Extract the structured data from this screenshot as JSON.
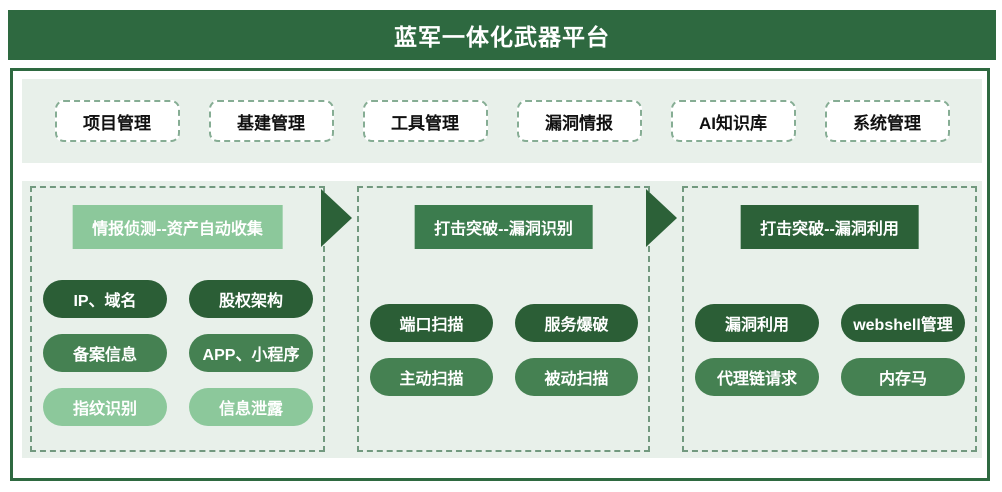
{
  "title": "蓝军一体化武器平台",
  "tabs": [
    {
      "label": "项目管理"
    },
    {
      "label": "基建管理"
    },
    {
      "label": "工具管理"
    },
    {
      "label": "漏洞情报"
    },
    {
      "label": "AI知识库"
    },
    {
      "label": "系统管理"
    }
  ],
  "panels": [
    {
      "header": "情报侦测--资产自动收集",
      "header_color": "#8cc89b",
      "pills": [
        {
          "label": "IP、域名",
          "color": "#2b5e36"
        },
        {
          "label": "股权架构",
          "color": "#2b5e36"
        },
        {
          "label": "备案信息",
          "color": "#458152"
        },
        {
          "label": "APP、小程序",
          "color": "#458152"
        },
        {
          "label": "指纹识别",
          "color": "#8cc89b"
        },
        {
          "label": "信息泄露",
          "color": "#8cc89b"
        }
      ]
    },
    {
      "header": "打击突破--漏洞识别",
      "header_color": "#3c7c4e",
      "pills": [
        {
          "label": "端口扫描",
          "color": "#2b5e36"
        },
        {
          "label": "服务爆破",
          "color": "#2b5e36"
        },
        {
          "label": "主动扫描",
          "color": "#458152"
        },
        {
          "label": "被动扫描",
          "color": "#458152"
        }
      ]
    },
    {
      "header": "打击突破--漏洞利用",
      "header_color": "#2c6138",
      "pills": [
        {
          "label": "漏洞利用",
          "color": "#2b5e36"
        },
        {
          "label": "webshell管理",
          "color": "#2b5e36"
        },
        {
          "label": "代理链请求",
          "color": "#458152"
        },
        {
          "label": "内存马",
          "color": "#458152"
        }
      ]
    }
  ],
  "colors": {
    "title_bar": "#2e6940",
    "frame_border": "#2e6940",
    "mint_background": "#e8f0ea",
    "tab_dashed_border": "#86ad94",
    "panel_dashed_border": "#72997f",
    "pill_dark": "#2b5e36",
    "pill_medium": "#458152",
    "pill_light": "#8cc89b",
    "arrow": "#2c6138",
    "tab_text": "#111111",
    "pill_text": "#ffffff"
  }
}
